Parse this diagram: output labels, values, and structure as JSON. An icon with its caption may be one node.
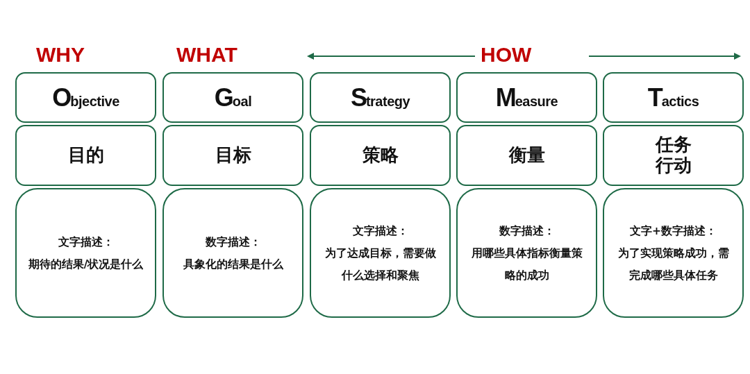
{
  "diagram": {
    "nodes": [
      {
        "text": [
          "Objective"
        ]
      },
      {
        "text": [
          "Goal"
        ]
      },
      {
        "text": [
          "Strategy"
        ]
      },
      {
        "text": [
          "Measure"
        ]
      },
      {
        "text": [
          "Tactics"
        ]
      },
      {
        "text": [
          "目的"
        ]
      },
      {
        "text": [
          "目标"
        ]
      },
      {
        "text": [
          "策略"
        ]
      },
      {
        "text": [
          "衡量"
        ]
      },
      {
        "text": [
          "任务行动"
        ]
      },
      {
        "text": [
          "文字描述：",
          "期待的结果/状况是什么"
        ]
      },
      {
        "text": [
          "数字描述：",
          "具象化的结果是什么"
        ]
      },
      {
        "text": [
          "文字描述：",
          "为了达成目标，需要做什么选择和聚焦"
        ]
      },
      {
        "text": [
          "数字描述：",
          "用哪些具体指标衡量策略的成功"
        ]
      },
      {
        "text": [
          "文字+数字描述：",
          "为了实现策略成功，需完成哪些具体任务"
        ]
      }
    ],
    "labels": [
      "WHY",
      "WHAT",
      "HOW"
    ]
  }
}
